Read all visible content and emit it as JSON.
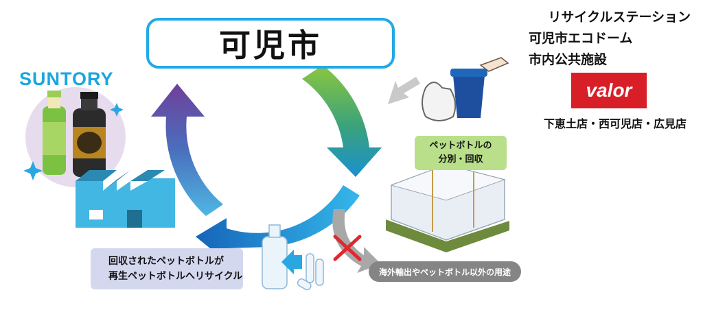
{
  "title": "可児市",
  "collection_points": [
    "リサイクルステーション",
    "可児市エコドーム",
    "市内公共施設"
  ],
  "store_logo": "valor",
  "stores": "下恵土店・西可児店・広見店",
  "manufacturer_logo": "SUNTORY",
  "sorting_label": [
    "ペットボトルの",
    "分別・回収"
  ],
  "recycle_label": [
    "回収されたペットボトルが",
    "再生ペットボトルへリサイクル"
  ],
  "export_label": "海外輸出やペットボトル以外の用途",
  "colors": {
    "title_border": "#22a9e6",
    "arrow_green": "#5dbb3c",
    "arrow_blue": "#1f86d0",
    "arrow_purple": "#6f3f9a",
    "valor_red": "#d81e26",
    "suntory_blue": "#19a6de",
    "gray": "#858585"
  }
}
